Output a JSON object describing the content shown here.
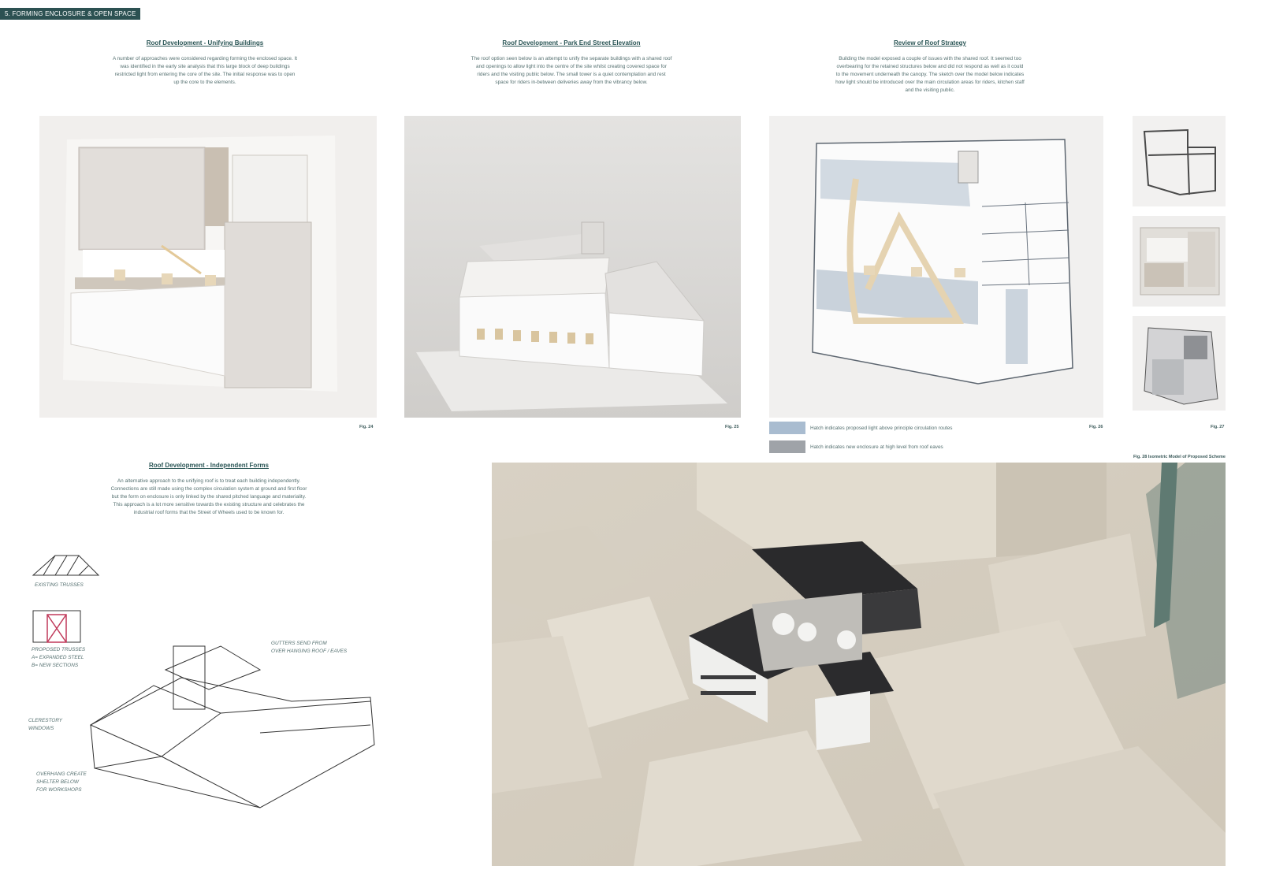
{
  "section_tag": "5. FORMING ENCLOSURE & OPEN SPACE",
  "col1": {
    "title": "Roof Development - Unifying Buildings",
    "text": "A number of approaches were considered regarding forming the enclosed space. It was identified in the early site analysis that this large block of deep buildings restricted light from entering the core of the site. The initial response was to open up the core to the elements."
  },
  "col2": {
    "title": "Roof Development - Park End Street Elevation",
    "text": "The roof option seen below is an attempt to unify the separate buildings with a shared roof and openings to allow light into the centre of the site whilst creating covered space for riders and the visiting public below. The small tower is a quiet contemplation and rest space for riders in-between deliveries away from the vibrancy below."
  },
  "col3": {
    "title": "Review of Roof Strategy",
    "text": "Building the model exposed a couple of issues with the shared roof. It seemed too overbearing for the retained structures below and did not respond as well as it could to the movement underneath the canopy. The sketch over the model below indicates how light should be introduced over the main circulation areas for riders, kitchen staff and the visiting public."
  },
  "col4": {
    "title": "Roof Development - Independent Forms",
    "text": "An alternative approach to the unifying roof is to treat each building independently. Connections are still made using the complex circulation system at ground and first floor but the form on enclosure is only linked by the shared pitched language and materiality. This approach is a lot more sensitive towards the existing structure and celebrates the industrial roof forms that the Street of Wheels used to be known for."
  },
  "figs": {
    "f24": "Fig. 24",
    "f25": "Fig. 25",
    "f26": "Fig. 26",
    "f27": "Fig. 27",
    "f28": "Fig. 28 Isometric Model of Proposed Scheme"
  },
  "legend": {
    "item1": "Hatch indicates proposed light above principle circulation routes",
    "item2": "Hatch indicates new enclosure at high level from roof eaves",
    "color1": "#a9bcd0",
    "color2": "#9fa3a8"
  },
  "sketch_notes": {
    "n1": "EXISTING TRUSSES",
    "n2": "PROPOSED TRUSSES",
    "n3": "A= EXPANDED STEEL",
    "n4": "B= NEW SECTIONS",
    "n5": "GUTTERS SEND FROM",
    "n6": "OVER HANGING ROOF / EAVES",
    "n7": "CLERESTORY",
    "n8": "WINDOWS",
    "n9": "OVERHANG CREATE",
    "n10": "SHELTER BELOW",
    "n11": "FOR WORKSHOPS"
  },
  "colors": {
    "accent": "#2c5152",
    "title": "#2b5656"
  }
}
